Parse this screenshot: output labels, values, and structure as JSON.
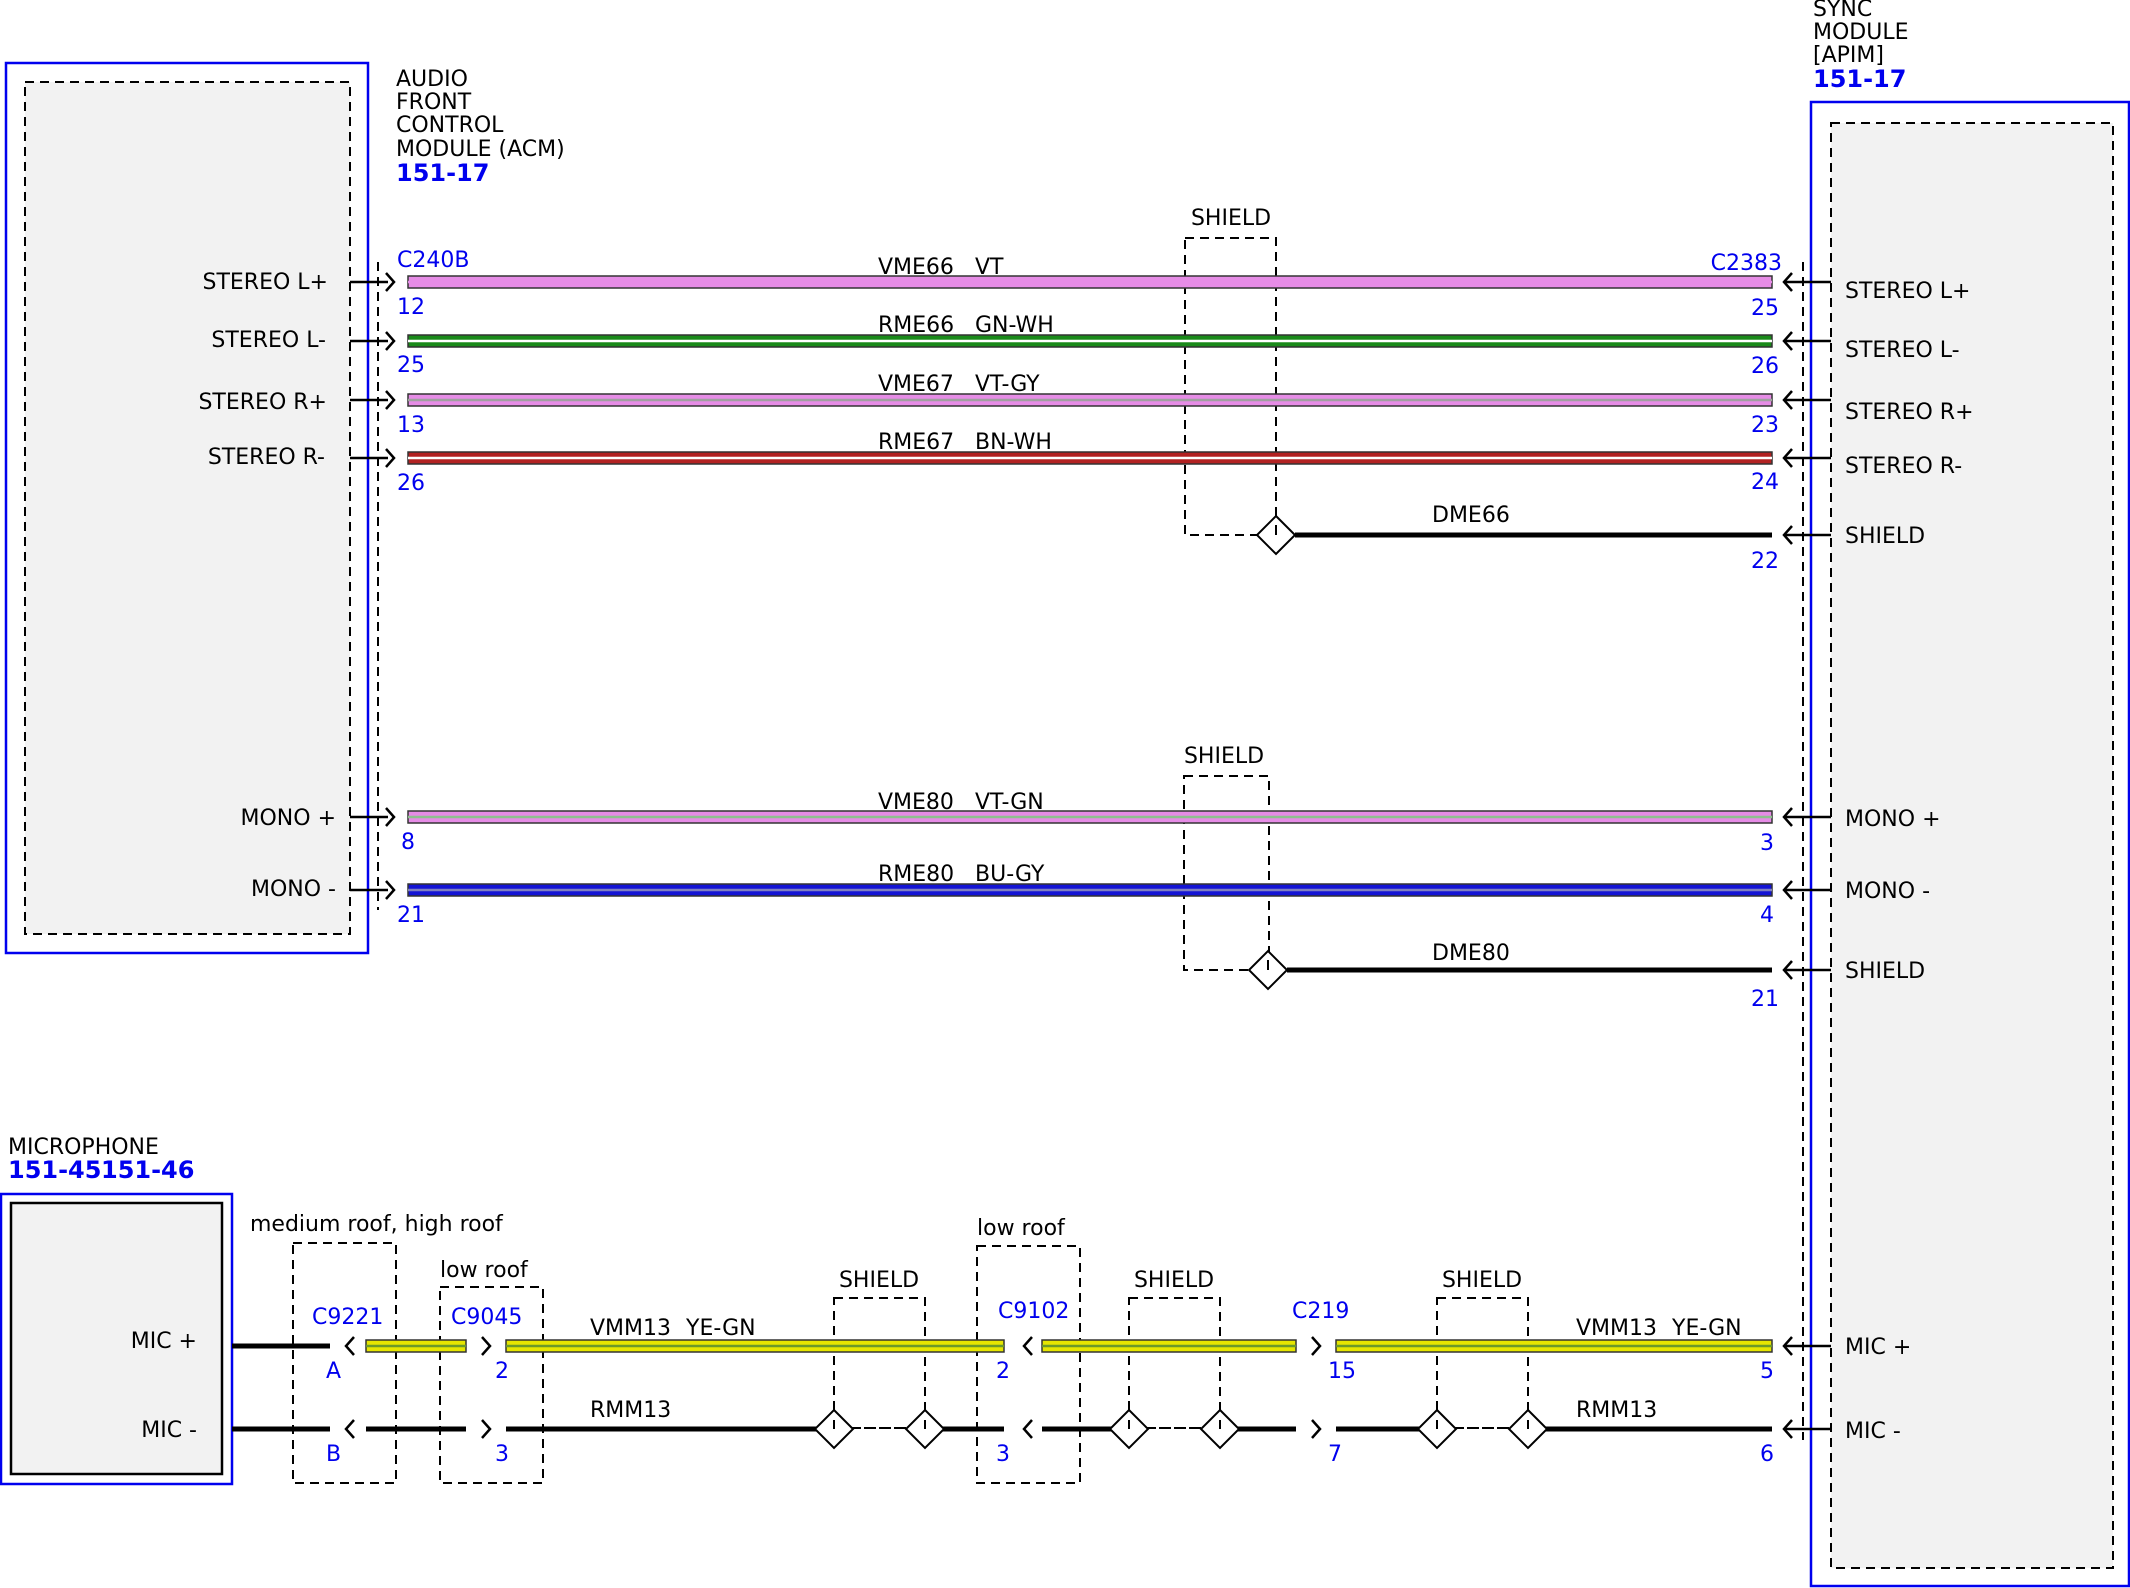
{
  "modules": {
    "acm": {
      "title": [
        "AUDIO",
        "FRONT",
        "CONTROL",
        "MODULE (ACM)"
      ],
      "ref": "151-17"
    },
    "sync": {
      "title": [
        "SYNC",
        "MODULE",
        "[APIM]"
      ],
      "ref": "151-17"
    },
    "mic": {
      "title": [
        "MICROPHONE"
      ],
      "refs": [
        "151-45",
        "151-46"
      ]
    }
  },
  "connectors": {
    "acm": "C240B",
    "sync": "C2383",
    "c9221": "C9221",
    "c9045": "C9045",
    "c9102": "C9102",
    "c219": "C219"
  },
  "acm_pins": [
    {
      "label": "STEREO L+",
      "pin": "12"
    },
    {
      "label": "STEREO L-",
      "pin": "25"
    },
    {
      "label": "STEREO R+",
      "pin": "13"
    },
    {
      "label": "STEREO R-",
      "pin": "26"
    },
    {
      "label": "MONO +",
      "pin": "8"
    },
    {
      "label": "MONO -",
      "pin": "21"
    }
  ],
  "sync_pins": [
    {
      "label": "STEREO L+",
      "pin": "25"
    },
    {
      "label": "STEREO L-",
      "pin": "26"
    },
    {
      "label": "STEREO R+",
      "pin": "23"
    },
    {
      "label": "STEREO R-",
      "pin": "24"
    },
    {
      "label": "SHIELD",
      "pin": "22"
    },
    {
      "label": "MONO +",
      "pin": "3"
    },
    {
      "label": "MONO -",
      "pin": "4"
    },
    {
      "label": "SHIELD",
      "pin": "21"
    },
    {
      "label": "MIC +",
      "pin": "5"
    },
    {
      "label": "MIC -",
      "pin": "6"
    }
  ],
  "wires": [
    {
      "circuit": "VME66",
      "color": "VT",
      "hex": "#e68ce6",
      "stripe": "#e68ce6"
    },
    {
      "circuit": "RME66",
      "color": "GN-WH",
      "hex": "#1a8a1a",
      "stripe": "#ffffff"
    },
    {
      "circuit": "VME67",
      "color": "VT-GY",
      "hex": "#e68ce6",
      "stripe": "#a0a0a0"
    },
    {
      "circuit": "RME67",
      "color": "BN-WH",
      "hex": "#b22222",
      "stripe": "#ffffff"
    },
    {
      "circuit": "VME80",
      "color": "VT-GN",
      "hex": "#e68ce6",
      "stripe": "#8fbf8f"
    },
    {
      "circuit": "RME80",
      "color": "BU-GY",
      "hex": "#1414d4",
      "stripe": "#8080c0"
    }
  ],
  "drains": [
    "DME66",
    "DME80"
  ],
  "shield_label": "SHIELD",
  "mic_pins": [
    "MIC +",
    "MIC -"
  ],
  "mic_wires": {
    "plus_circuit": "VMM13",
    "plus_color": "YE-GN",
    "minus_circuit": "RMM13",
    "hex": "#e6e600",
    "stripe": "#6a9a2a"
  },
  "mic_conn_pins": {
    "c9221_plus": "A",
    "c9221_minus": "B",
    "c9045_plus": "2",
    "c9045_minus": "3",
    "c9102_plus": "2",
    "c9102_minus": "3",
    "c219_plus": "15",
    "c219_minus": "7"
  },
  "notes": {
    "roof1": "medium roof, high roof",
    "roof2": "low roof",
    "roof3": "low roof"
  }
}
